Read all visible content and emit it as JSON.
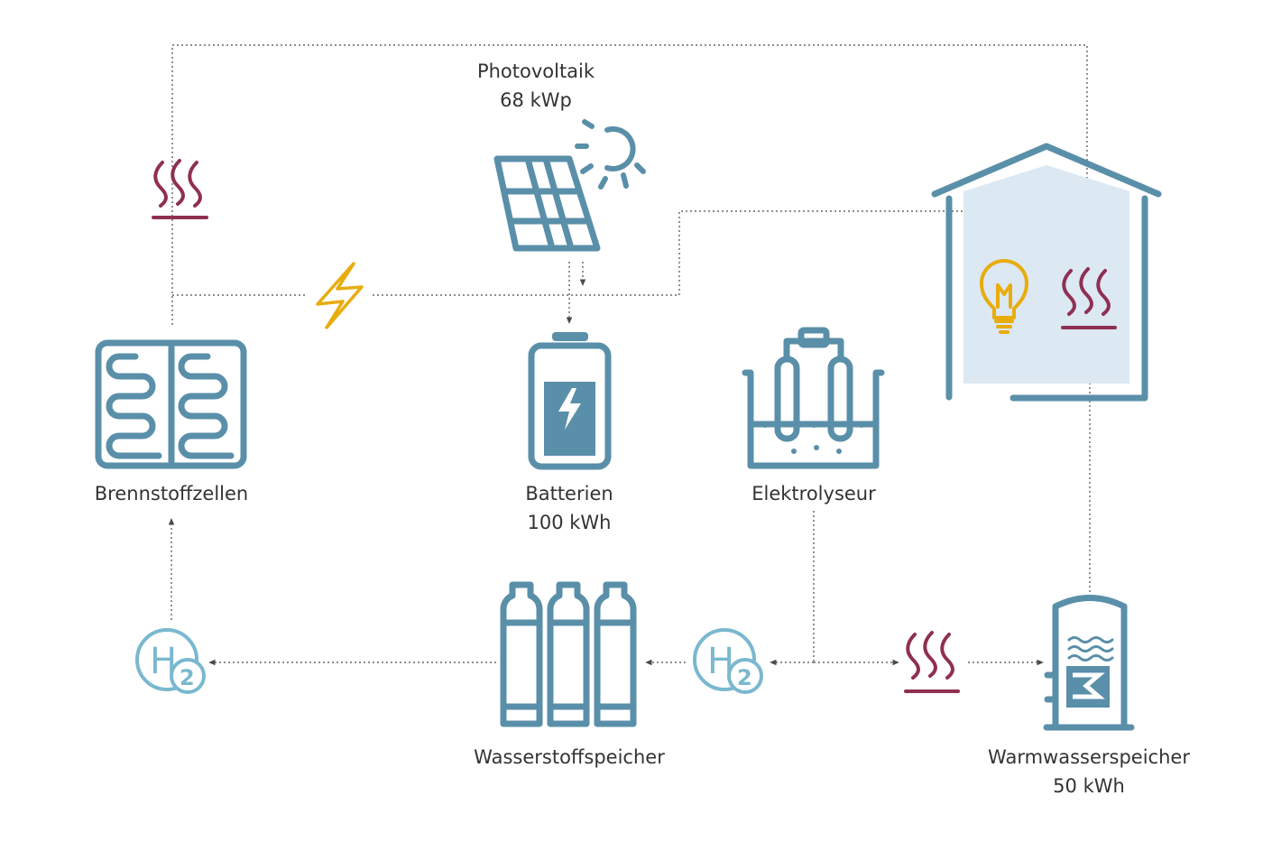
{
  "colors": {
    "teal": "#5a8fa9",
    "light_blue": "#7ab8cf",
    "heat": "#8f2f52",
    "yellow": "#e8ac0d",
    "house_fill": "#dce8f2",
    "line": "#4a4a4a"
  },
  "nodes": {
    "photovoltaik": {
      "name": "Photovoltaik",
      "value": "68 kWp",
      "icon": "solar-panel-icon"
    },
    "batterien": {
      "name": "Batterien",
      "value": "100 kWh",
      "icon": "battery-icon"
    },
    "elektrolyseur": {
      "name": "Elektrolyseur",
      "icon": "electrolyzer-icon"
    },
    "brennstoffzellen": {
      "name": "Brennstoffzellen",
      "icon": "fuel-cell-icon"
    },
    "wasserstoffspeicher": {
      "name": "Wasserstoffspeicher",
      "icon": "hydrogen-tanks-icon"
    },
    "warmwasserspeicher": {
      "name": "Warmwasserspeicher",
      "value": "50 kWh",
      "icon": "hot-water-tank-icon"
    },
    "haus": {
      "icon": "house-icon"
    }
  },
  "h2": {
    "letter": "H",
    "subscript": "2"
  }
}
